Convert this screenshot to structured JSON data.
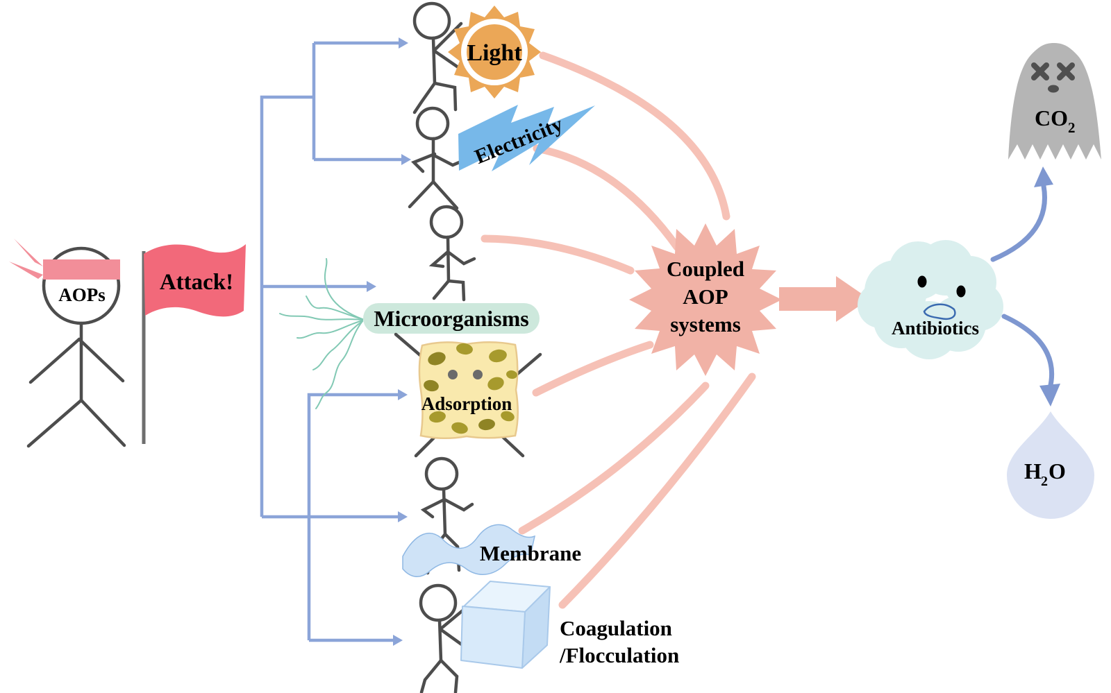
{
  "figure": {
    "attacker": {
      "head_label": "AOPs",
      "flag_label": "Attack!"
    },
    "methods": {
      "light": "Light",
      "electricity": "Electricity",
      "microorganisms": "Microorganisms",
      "adsorption": "Adsorption",
      "membrane": "Membrane",
      "coagulation_line1": "Coagulation",
      "coagulation_line2": "/Flocculation"
    },
    "hub": {
      "line1": "Coupled",
      "line2": "AOP",
      "line3": "systems"
    },
    "target": {
      "label": "Antibiotics"
    },
    "products": {
      "co2": {
        "main": "CO",
        "sub": "2"
      },
      "h2o": {
        "h": "H",
        "sub": "2",
        "o": "O"
      }
    }
  },
  "colors": {
    "connector_blue": "#8ba4d8",
    "result_blue": "#7e97d0",
    "salmon": "#f1b2a6",
    "curve_pink": "#f6c1b6",
    "flag_red": "#f2697a",
    "headband_pink": "#f28e99",
    "sun_orange": "#eba757",
    "bolt_blue": "#77b8e9",
    "pill_green": "#cde8dc",
    "tendril_teal": "#82c9b4",
    "sponge_yellow": "#f9e9ad",
    "spot_olive": "#a79a2d",
    "membrane_blue": "#cfe3f7",
    "cube_blue": "#d8eafa",
    "cloud_cyan": "#daefee",
    "ghost_gray": "#b5b5b5",
    "drop_blue": "#dbe2f3",
    "figure_gray": "#4d4d4d"
  }
}
